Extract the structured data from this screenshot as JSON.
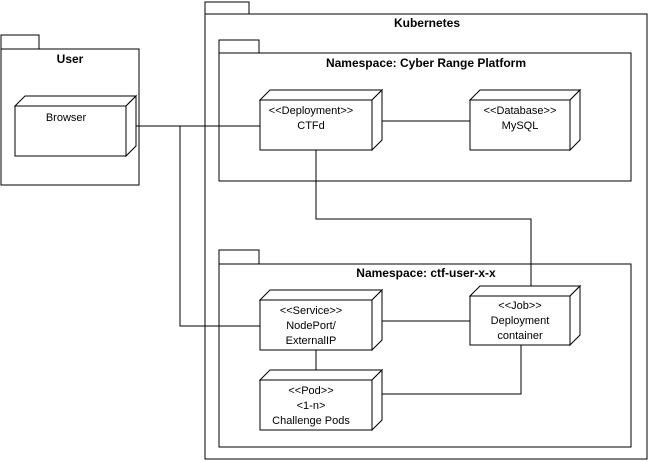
{
  "packages": {
    "user": {
      "title": "User"
    },
    "kubernetes": {
      "title": "Kubernetes"
    },
    "ns_platform": {
      "title": "Namespace: Cyber Range Platform"
    },
    "ns_user": {
      "title": "Namespace: ctf-user-x-x"
    }
  },
  "nodes": {
    "browser": {
      "line1": "Browser"
    },
    "ctfd": {
      "stereotype": "<<Deployment>>",
      "line1": "CTFd"
    },
    "mysql": {
      "stereotype": "<<Database>>",
      "line1": "MySQL"
    },
    "service": {
      "stereotype": "<<Service>>",
      "line1": "NodePort/",
      "line2": "ExternalIP"
    },
    "job": {
      "stereotype": "<<Job>>",
      "line1": "Deployment",
      "line2": "container"
    },
    "pods": {
      "stereotype": "<<Pod>>",
      "line1": "<1-n>",
      "line2": "Challenge Pods"
    }
  },
  "colors": {
    "stroke": "#000000",
    "background": "#ffffff"
  }
}
